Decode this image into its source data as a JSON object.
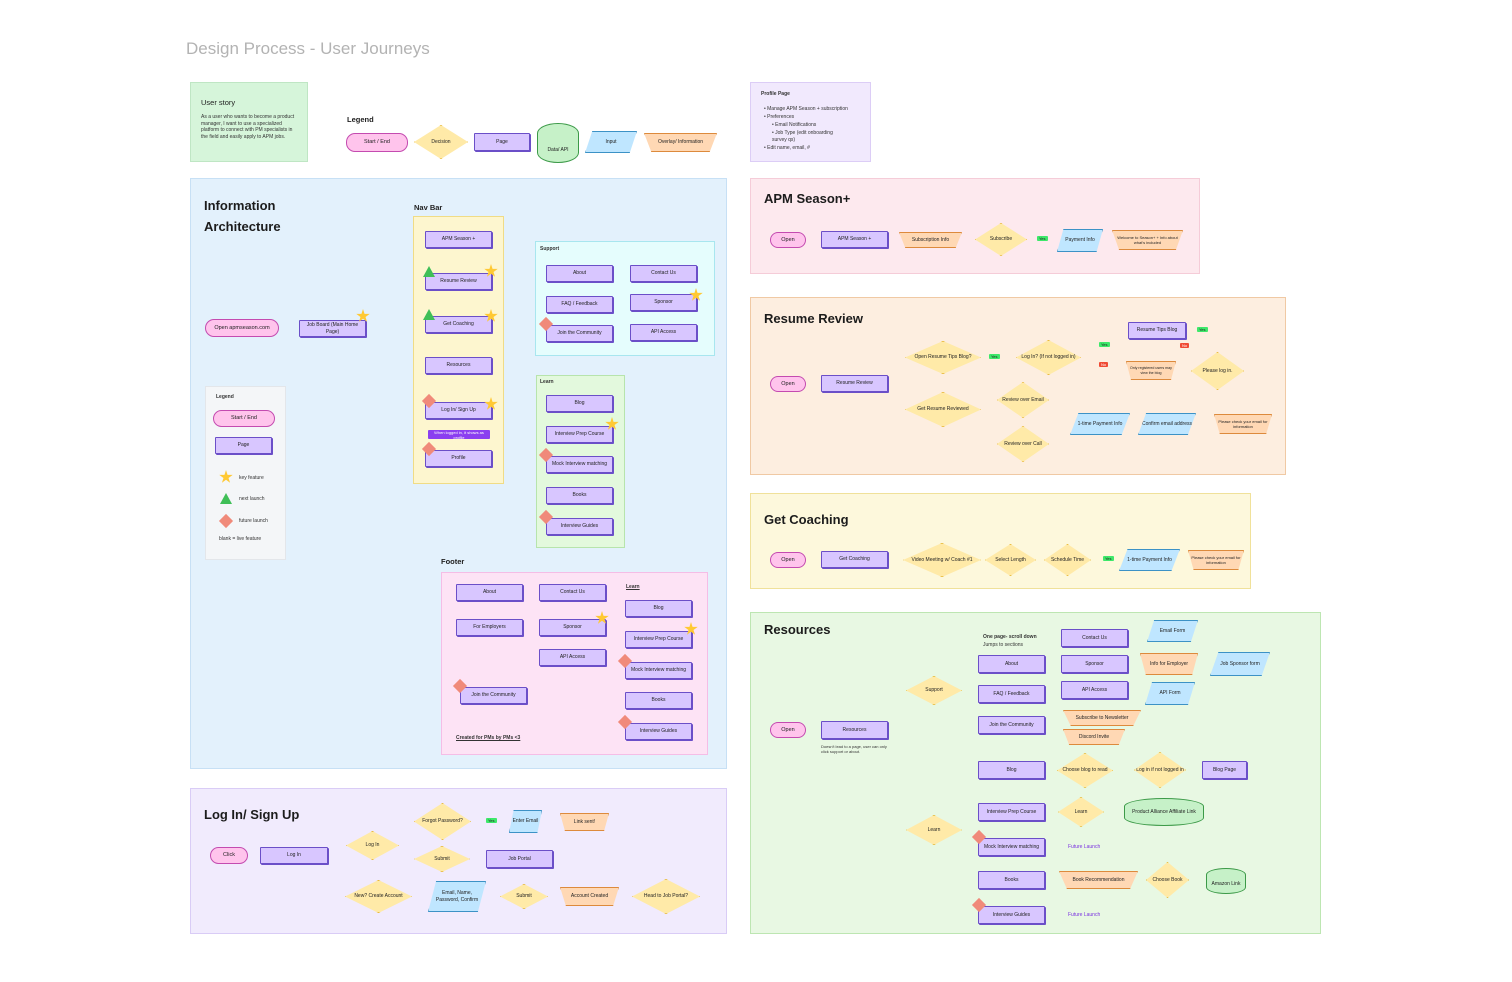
{
  "page_title": "Design Process - User Journeys",
  "user_story": {
    "title": "User story",
    "text": "As a user who wants to become a product manager, I want to use a specialized platform to connect with PM specialists in the field and easily apply to APM jobs."
  },
  "legend_top": {
    "title": "Legend",
    "items": [
      "Start / End",
      "Decision",
      "Page",
      "Data/ API",
      "Input",
      "Overlay/ Information"
    ]
  },
  "profile_page": {
    "title": "Profile Page",
    "items": [
      "Manage APM Season + subscription",
      "Preferences",
      "Email Notifications",
      "Job Type (edit onboarding survey qs)",
      "Edit name, email, #"
    ]
  },
  "ia": {
    "title_line1": "Information",
    "title_line2": "Architecture",
    "open": "Open apmseason.com",
    "job_board": "Job Board (Main Home Page)",
    "navbar_label": "Nav Bar",
    "nav": {
      "apm": "APM Season +",
      "resume": "Resume Review",
      "coaching": "Get Coaching",
      "resources": "Resources",
      "login": "Log In/ Sign Up",
      "note": "When logged in, it shows as profile",
      "profile": "Profile"
    },
    "support_label": "Support",
    "support": {
      "about": "About",
      "faq": "FAQ / Feedback",
      "community": "Join the Community",
      "contact": "Contact Us",
      "sponsor": "Sponsor",
      "api": "API Access"
    },
    "learn_label": "Learn",
    "learn": {
      "blog": "Blog",
      "prep": "Interview Prep Course",
      "mock": "Mock Interview matching",
      "books": "Books",
      "guides": "Interview Guides"
    },
    "legend": {
      "title": "Legend",
      "start": "Start / End",
      "page": "Page",
      "key": "key feature",
      "next": "next launch",
      "future": "future launch",
      "blank": "blank = live feature"
    },
    "footer_label": "Footer",
    "footer": {
      "about": "About",
      "contact": "Contact Us",
      "employers": "For Employers",
      "sponsor": "Sponsor",
      "api": "API Access",
      "community": "Join the Community",
      "credit": "Created for PMs by PMs <3",
      "learn_label": "Learn",
      "blog": "Blog",
      "prep": "Interview Prep Course",
      "mock": "Mock Interview matching",
      "books": "Books",
      "guides": "Interview Guides"
    }
  },
  "login": {
    "title": "Log In/ Sign Up",
    "click": "Click",
    "login_page": "Log In",
    "login_q": "Log In",
    "forgot": "Forgot Password?",
    "yes": "Yes",
    "enter_email": "Enter Email",
    "link_sent": "Link sent!",
    "submit1": "Submit",
    "job_portal": "Job Portal",
    "new_q": "New? Create Account",
    "fields": "Email, Name, Password, Confirm",
    "submit2": "Submit",
    "created": "Account Created",
    "head_portal": "Head to Job Portal?"
  },
  "apm": {
    "title": "APM Season+",
    "open": "Open",
    "page": "APM Season +",
    "info": "Subscription Info",
    "subscribe": "Subscribe",
    "yes": "Yes",
    "payment": "Payment Info",
    "welcome": "Welcome to Season+ + Info about what's included"
  },
  "resume": {
    "title": "Resume Review",
    "open": "Open",
    "page": "Resume Review",
    "tips_q": "Open Resume Tips Blog?",
    "yes": "Yes",
    "login_q": "Log In? (If not logged in)",
    "yes2": "Yes",
    "no": "No",
    "blog": "Resume Tips Blog",
    "yes3": "Yes",
    "no2": "No",
    "only": "Only registered users may view the blog",
    "please": "Please log in.",
    "reviewed": "Get Resume Reviewed",
    "email": "Review over Email",
    "call": "Review over Call",
    "payment": "1-time Payment Info",
    "confirm": "Confirm email address",
    "check": "Please check your email for information"
  },
  "coaching": {
    "title": "Get Coaching",
    "open": "Open",
    "page": "Get Coaching",
    "meeting": "Video Meeting w/ Coach #1",
    "length": "Select Length",
    "schedule": "Schedule Time",
    "yes": "Yes",
    "payment": "1-time Payment Info",
    "check": "Please check your email for information"
  },
  "resources": {
    "title": "Resources",
    "open": "Open",
    "page": "Resources",
    "note": "Doesn't lead to a page, user can only click support or about.",
    "support": "Support",
    "scroll_note_1": "One page- scroll down",
    "scroll_note_2": "Jumps to sections",
    "about": "About",
    "faq": "FAQ / Feedback",
    "community": "Join the Community",
    "contact": "Contact Us",
    "email_form": "Email Form",
    "sponsor": "Sponsor",
    "info_emp": "Info for Employer",
    "job_form": "Job Sponsor form",
    "api": "API Access",
    "api_form": "API Form",
    "newsletter": "Subscribe to Newsletter",
    "discord": "Discord Invite",
    "learn": "Learn",
    "blog": "Blog",
    "choose_blog": "Choose blog to read",
    "login_q": "Log in if not logged in",
    "blog_page": "Blog Page",
    "prep": "Interview Prep Course",
    "learn_q": "Learn",
    "affiliate": "Product Alliance Affiliate Link",
    "mock": "Mock Interview matching",
    "future1": "Future Launch",
    "books": "Books",
    "book_rec": "Book Recommendation",
    "choose_book": "Choose Book",
    "amazon": "Amazon Link",
    "guides": "Interview Guides",
    "future2": "Future Launch"
  }
}
